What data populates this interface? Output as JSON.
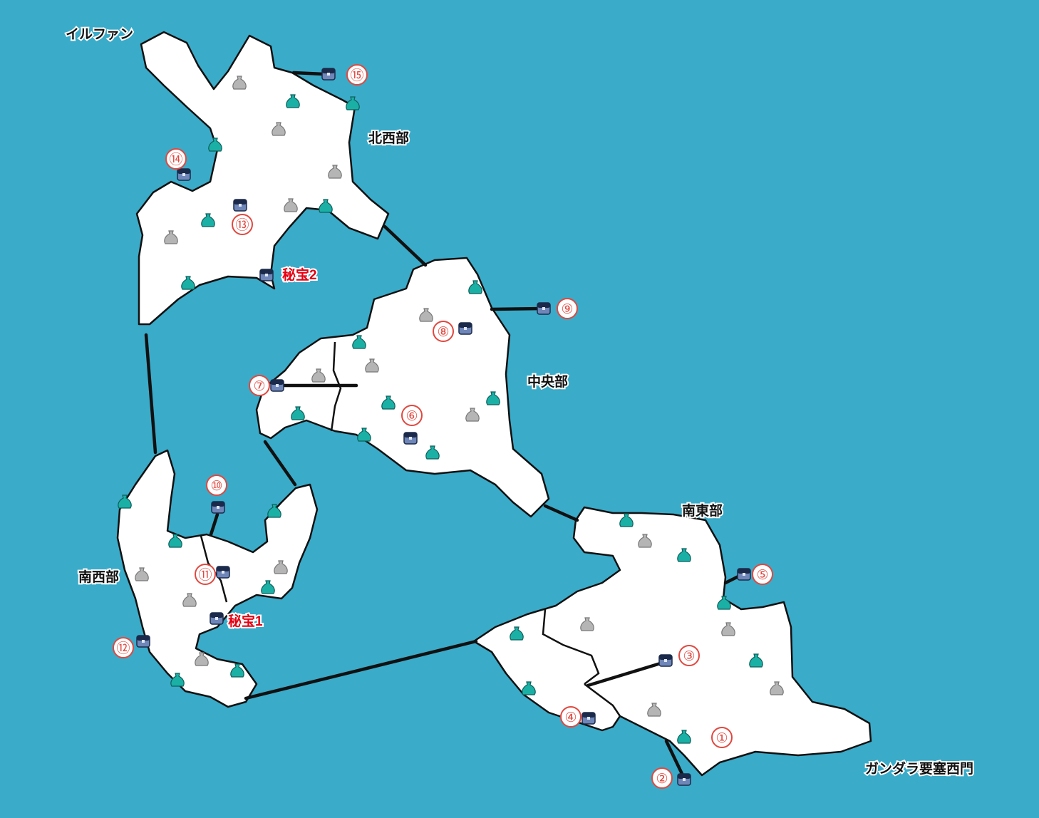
{
  "labels": {
    "ilfan": "イルファン",
    "northwest": "北西部",
    "central": "中央部",
    "southeast": "南東部",
    "southwest": "南西部",
    "gandara_gate": "ガンダラ要塞西門"
  },
  "treasure_labels": {
    "hihou1": "秘宝1",
    "hihou2": "秘宝2"
  },
  "numbers": [
    "①",
    "②",
    "③",
    "④",
    "⑤",
    "⑥",
    "⑦",
    "⑧",
    "⑨",
    "⑩",
    "⑪",
    "⑫",
    "⑬",
    "⑭",
    "⑮"
  ],
  "legend_icons": {
    "chest": "treasure-chest-icon",
    "teal_bag": "teal-item-bag-icon",
    "gray_bag": "gray-item-bag-icon"
  },
  "colors": {
    "sea": "#3aabc9",
    "land": "#ffffff",
    "number": "#e0483f",
    "treasure_text": "#e60012",
    "teal_bag": "#1bb0a6",
    "gray_bag": "#b5b5b5",
    "chest": "#6f86b8"
  }
}
